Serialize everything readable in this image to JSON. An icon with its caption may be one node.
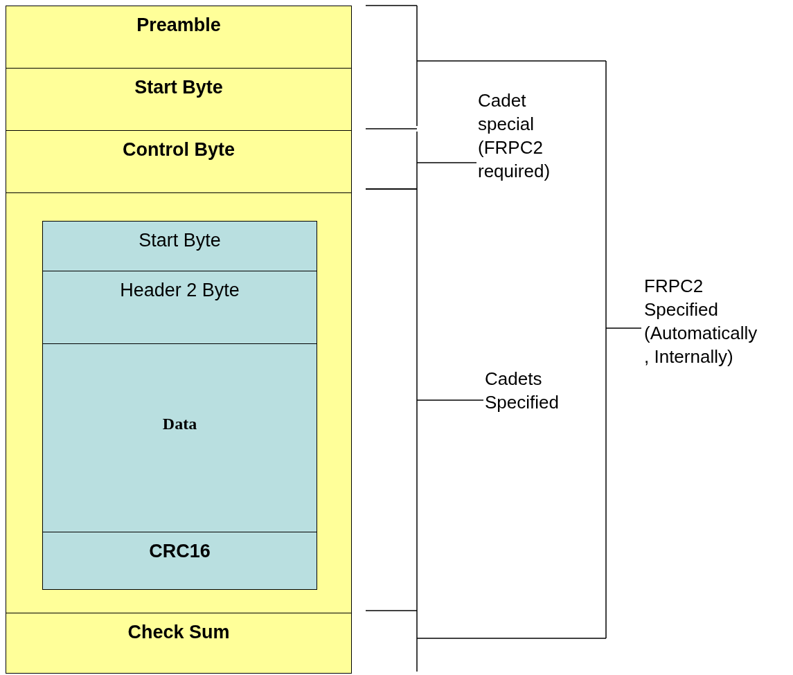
{
  "diagram": {
    "nodes": [
      {
        "text": [
          "Preamble"
        ]
      },
      {
        "text": [
          "Start Byte"
        ]
      },
      {
        "text": [
          "Control Byte"
        ]
      },
      {
        "text": [],
        "shape": "box"
      },
      {
        "text": [
          "Start Byte"
        ],
        "in": 3
      },
      {
        "text": [
          "Header 2 Byte"
        ],
        "in": 3
      },
      {
        "text": [
          "Data"
        ],
        "in": 3
      },
      {
        "text": [
          "CRC16"
        ],
        "in": 3
      },
      {
        "text": [
          "Check Sum"
        ]
      }
    ],
    "labels": [
      "Cadet special (FRPC2 required)",
      "Cadets Specified",
      "FRPC2 Specified (Automatically , Internally)"
    ]
  }
}
